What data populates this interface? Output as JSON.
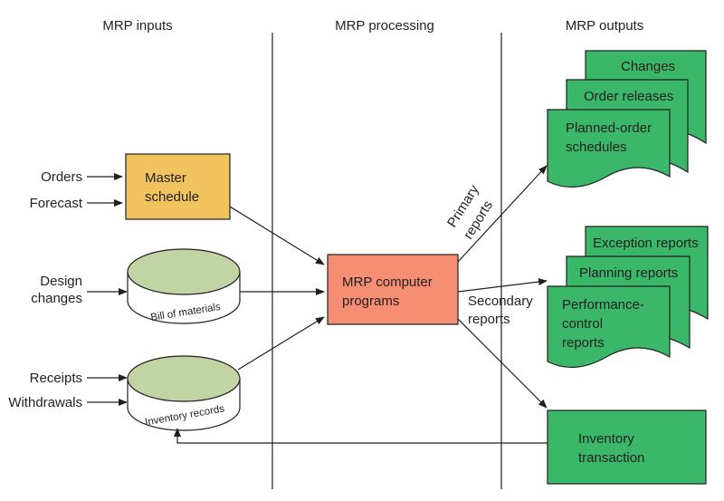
{
  "columns": {
    "inputs": "MRP inputs",
    "processing": "MRP processing",
    "outputs": "MRP outputs"
  },
  "inputs": {
    "orders": "Orders",
    "forecast": "Forecast",
    "design_changes": [
      "Design",
      "changes"
    ],
    "receipts": "Receipts",
    "withdrawals": "Withdrawals"
  },
  "master_schedule": [
    "Master",
    "schedule"
  ],
  "bill_of_materials": "Bill of materials",
  "inventory_records": "Inventory records",
  "mrp_programs": [
    "MRP computer",
    "programs"
  ],
  "primary_reports": [
    "Primary",
    "reports"
  ],
  "secondary_reports": [
    "Secondary",
    "reports"
  ],
  "primary_outputs": [
    "Changes",
    "Order releases",
    "Planned-order",
    "schedules"
  ],
  "secondary_outputs": [
    "Exception reports",
    "Planning reports",
    "Performance-",
    "control",
    "reports"
  ],
  "inventory_transaction": [
    "Inventory",
    "transaction"
  ],
  "colors": {
    "master_schedule": "#f0c35e",
    "mrp_programs": "#f58e72",
    "outputs_green": "#3ab768",
    "disk_top": "#c3d4a4",
    "line": "#231f20"
  }
}
